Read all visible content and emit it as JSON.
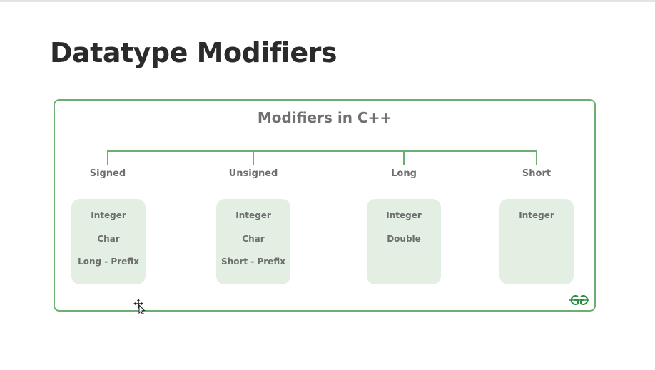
{
  "slide": {
    "title": "Datatype Modifiers"
  },
  "diagram": {
    "title": "Modifiers in C++",
    "line_color": "#6fae73",
    "box_color": "#e3efe3",
    "nodes": [
      {
        "label": "Signed",
        "items": [
          "Integer",
          "Char",
          "Long - Prefix"
        ]
      },
      {
        "label": "Unsigned",
        "items": [
          "Integer",
          "Char",
          "Short - Prefix"
        ]
      },
      {
        "label": "Long",
        "items": [
          "Integer",
          "Double"
        ]
      },
      {
        "label": "Short",
        "items": [
          "Integer"
        ]
      }
    ],
    "logo_text": "GG",
    "logo_color": "#2f8d46"
  },
  "cursor": {
    "icon": "move-cursor-icon"
  }
}
